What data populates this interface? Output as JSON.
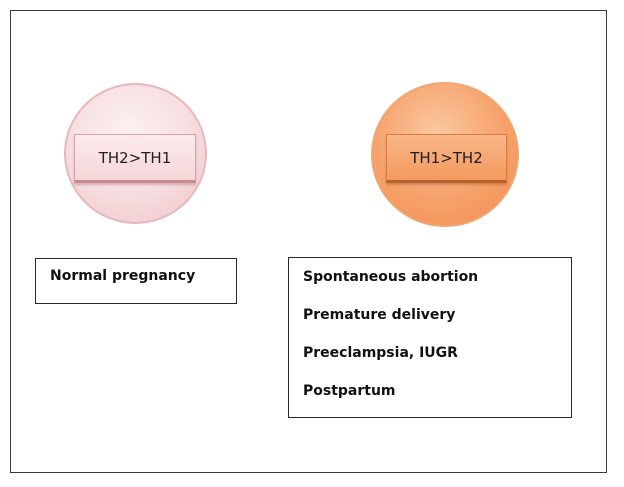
{
  "left": {
    "tag": "TH2>TH1",
    "label": "Normal pregnancy"
  },
  "right": {
    "tag": "TH1>TH2",
    "items": [
      "Spontaneous abortion",
      "Premature delivery",
      "Preeclampsia, IUGR",
      "Postpartum"
    ]
  },
  "colors": {
    "left_circle": "#f7dcde",
    "right_circle": "#f6a16a",
    "border": "#2a2a2a"
  }
}
